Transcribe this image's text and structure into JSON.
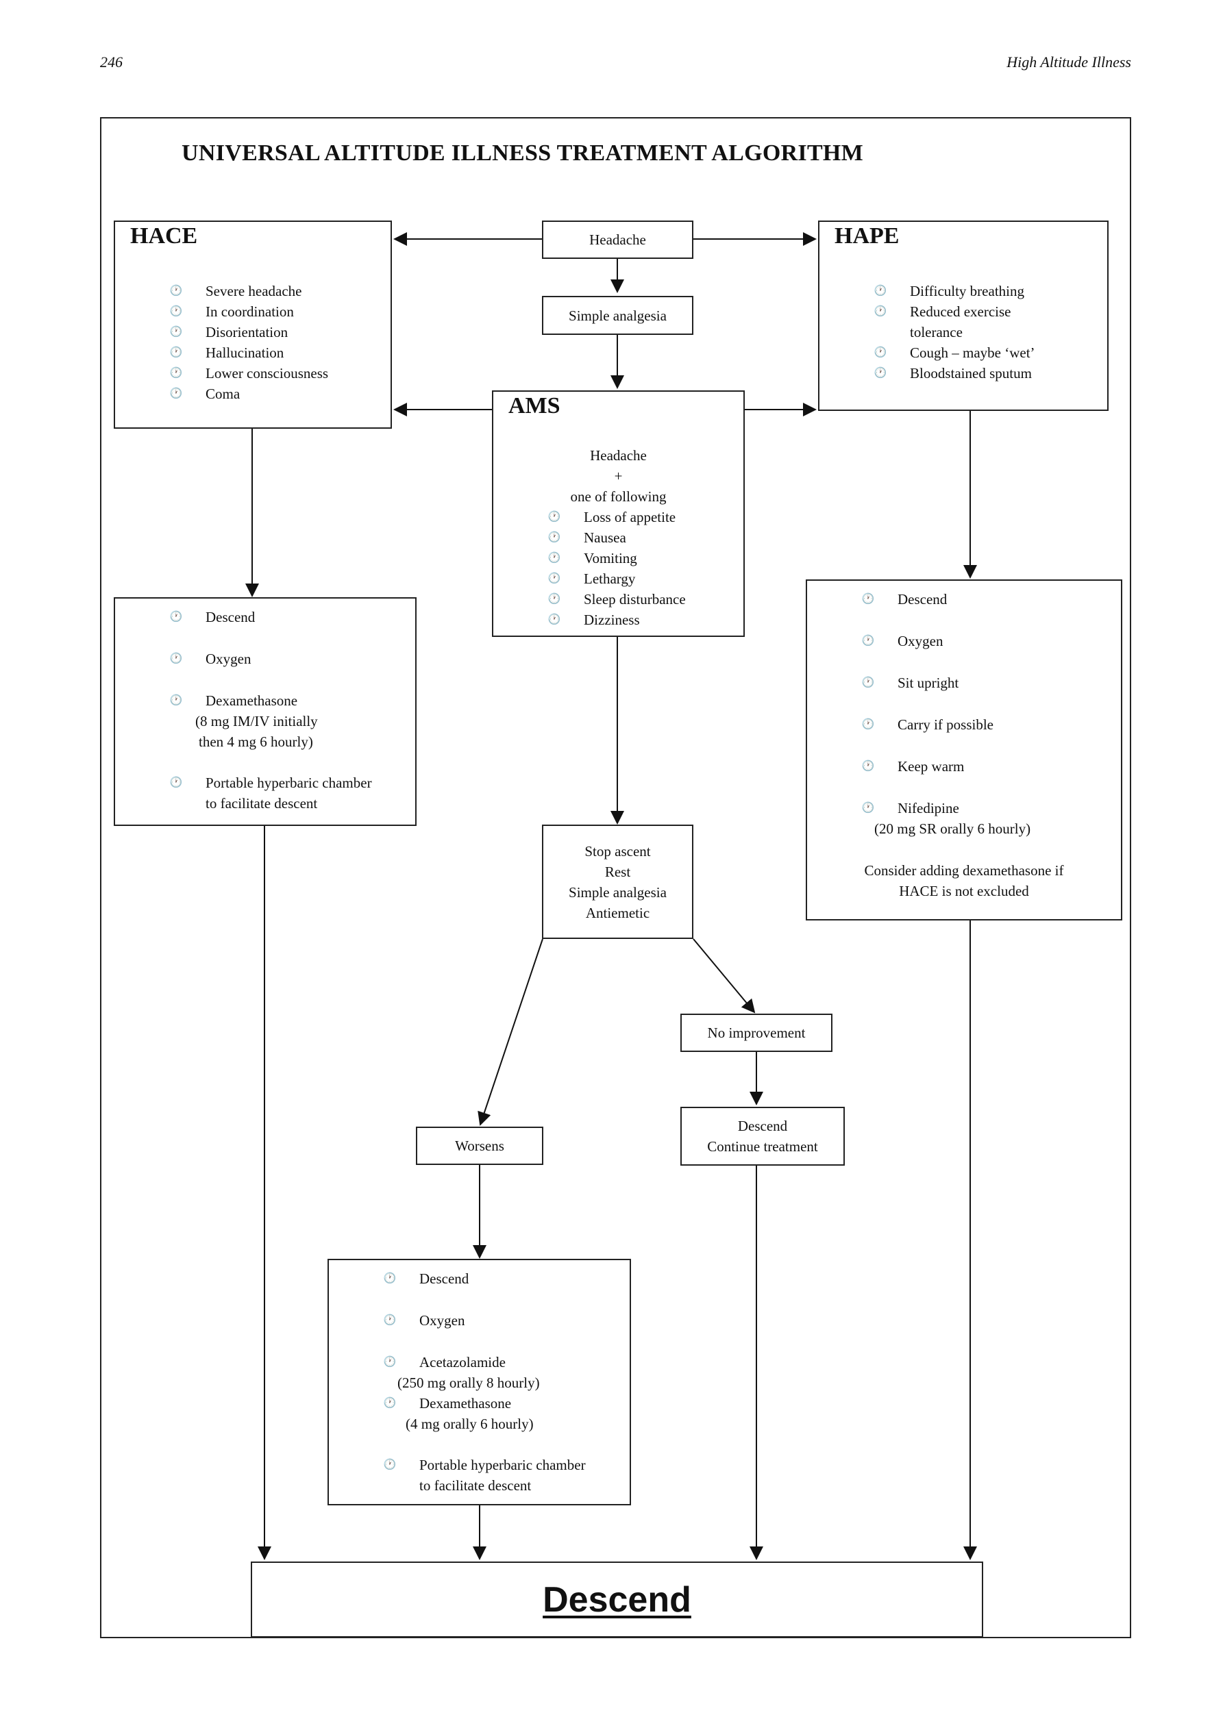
{
  "page": {
    "number": "246",
    "running_title": "High Altitude Illness"
  },
  "title": "UNIVERSAL ALTITUDE ILLNESS TREATMENT ALGORITHM",
  "bullet_icon": "clock-bullet-icon",
  "headache": "Headache",
  "simple_analgesia": "Simple analgesia",
  "hace": {
    "label": "HACE",
    "symptoms": [
      "Severe headache",
      "In coordination",
      "Disorientation",
      "Hallucination",
      "Lower consciousness",
      "Coma"
    ]
  },
  "hape": {
    "label": "HAPE",
    "symptoms": [
      "Difficulty breathing",
      "Reduced exercise",
      "tolerance",
      "Cough – maybe ‘wet’",
      "Bloodstained sputum"
    ]
  },
  "ams": {
    "label": "AMS",
    "intro_1": "Headache",
    "intro_plus": "+",
    "intro_2": "one of following",
    "symptoms": [
      "Loss of appetite",
      "Nausea",
      "Vomiting",
      "Lethargy",
      "Sleep disturbance",
      "Dizziness"
    ]
  },
  "hace_treatment": {
    "items": [
      "Descend",
      "Oxygen",
      "Dexamethasone",
      "Portable hyperbaric chamber"
    ],
    "dex_dose_1": "(8 mg IM/IV initially",
    "dex_dose_2": "then 4 mg 6 hourly)",
    "chamber_note": "to facilitate descent"
  },
  "hape_treatment": {
    "items": [
      "Descend",
      "Oxygen",
      "Sit upright",
      "Carry if possible",
      "Keep warm",
      "Nifedipine"
    ],
    "nifedipine_dose": "(20 mg SR orally 6 hourly)",
    "consider_1": "Consider adding dexamethasone if",
    "consider_2": "HACE is not excluded"
  },
  "ams_treatment": [
    "Stop ascent",
    "Rest",
    "Simple analgesia",
    "Antiemetic"
  ],
  "no_improvement": "No improvement",
  "descend_continue": [
    "Descend",
    "Continue treatment"
  ],
  "worsens": "Worsens",
  "worsens_treatment": {
    "items": [
      "Descend",
      "Oxygen",
      "Acetazolamide",
      "Dexamethasone",
      "Portable hyperbaric chamber"
    ],
    "acet_dose": "(250 mg orally 8 hourly)",
    "dex_dose": "(4 mg orally 6 hourly)",
    "chamber_note": "to facilitate descent"
  },
  "final": "Descend"
}
